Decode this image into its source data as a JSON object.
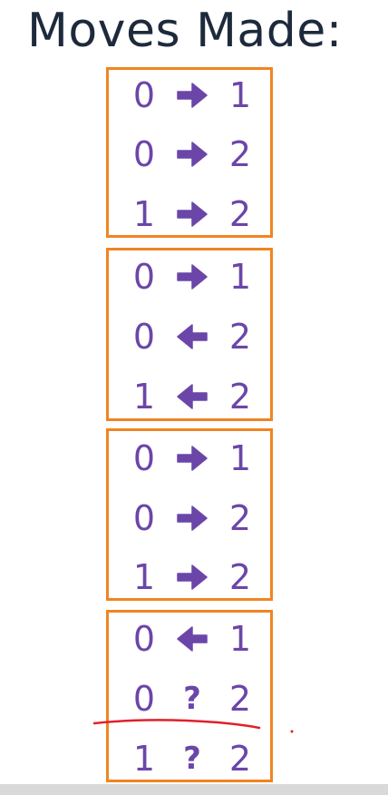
{
  "title": "Moves Made:",
  "colors": {
    "title": "#1e2a3c",
    "move_text": "#6b46a8",
    "group_border": "#f08422",
    "annotation": "#e0202a"
  },
  "groups": [
    {
      "moves": [
        {
          "from": "0",
          "direction": "right-arrow",
          "to": "1"
        },
        {
          "from": "0",
          "direction": "right-arrow",
          "to": "2"
        },
        {
          "from": "1",
          "direction": "right-arrow",
          "to": "2"
        }
      ]
    },
    {
      "moves": [
        {
          "from": "0",
          "direction": "right-arrow",
          "to": "1"
        },
        {
          "from": "0",
          "direction": "left-arrow",
          "to": "2"
        },
        {
          "from": "1",
          "direction": "left-arrow",
          "to": "2"
        }
      ]
    },
    {
      "moves": [
        {
          "from": "0",
          "direction": "right-arrow",
          "to": "1"
        },
        {
          "from": "0",
          "direction": "right-arrow",
          "to": "2"
        },
        {
          "from": "1",
          "direction": "right-arrow",
          "to": "2"
        }
      ]
    },
    {
      "moves": [
        {
          "from": "0",
          "direction": "left-arrow",
          "to": "1"
        },
        {
          "from": "0",
          "direction": "?",
          "to": "2"
        },
        {
          "from": "1",
          "direction": "?",
          "to": "2"
        }
      ]
    }
  ]
}
